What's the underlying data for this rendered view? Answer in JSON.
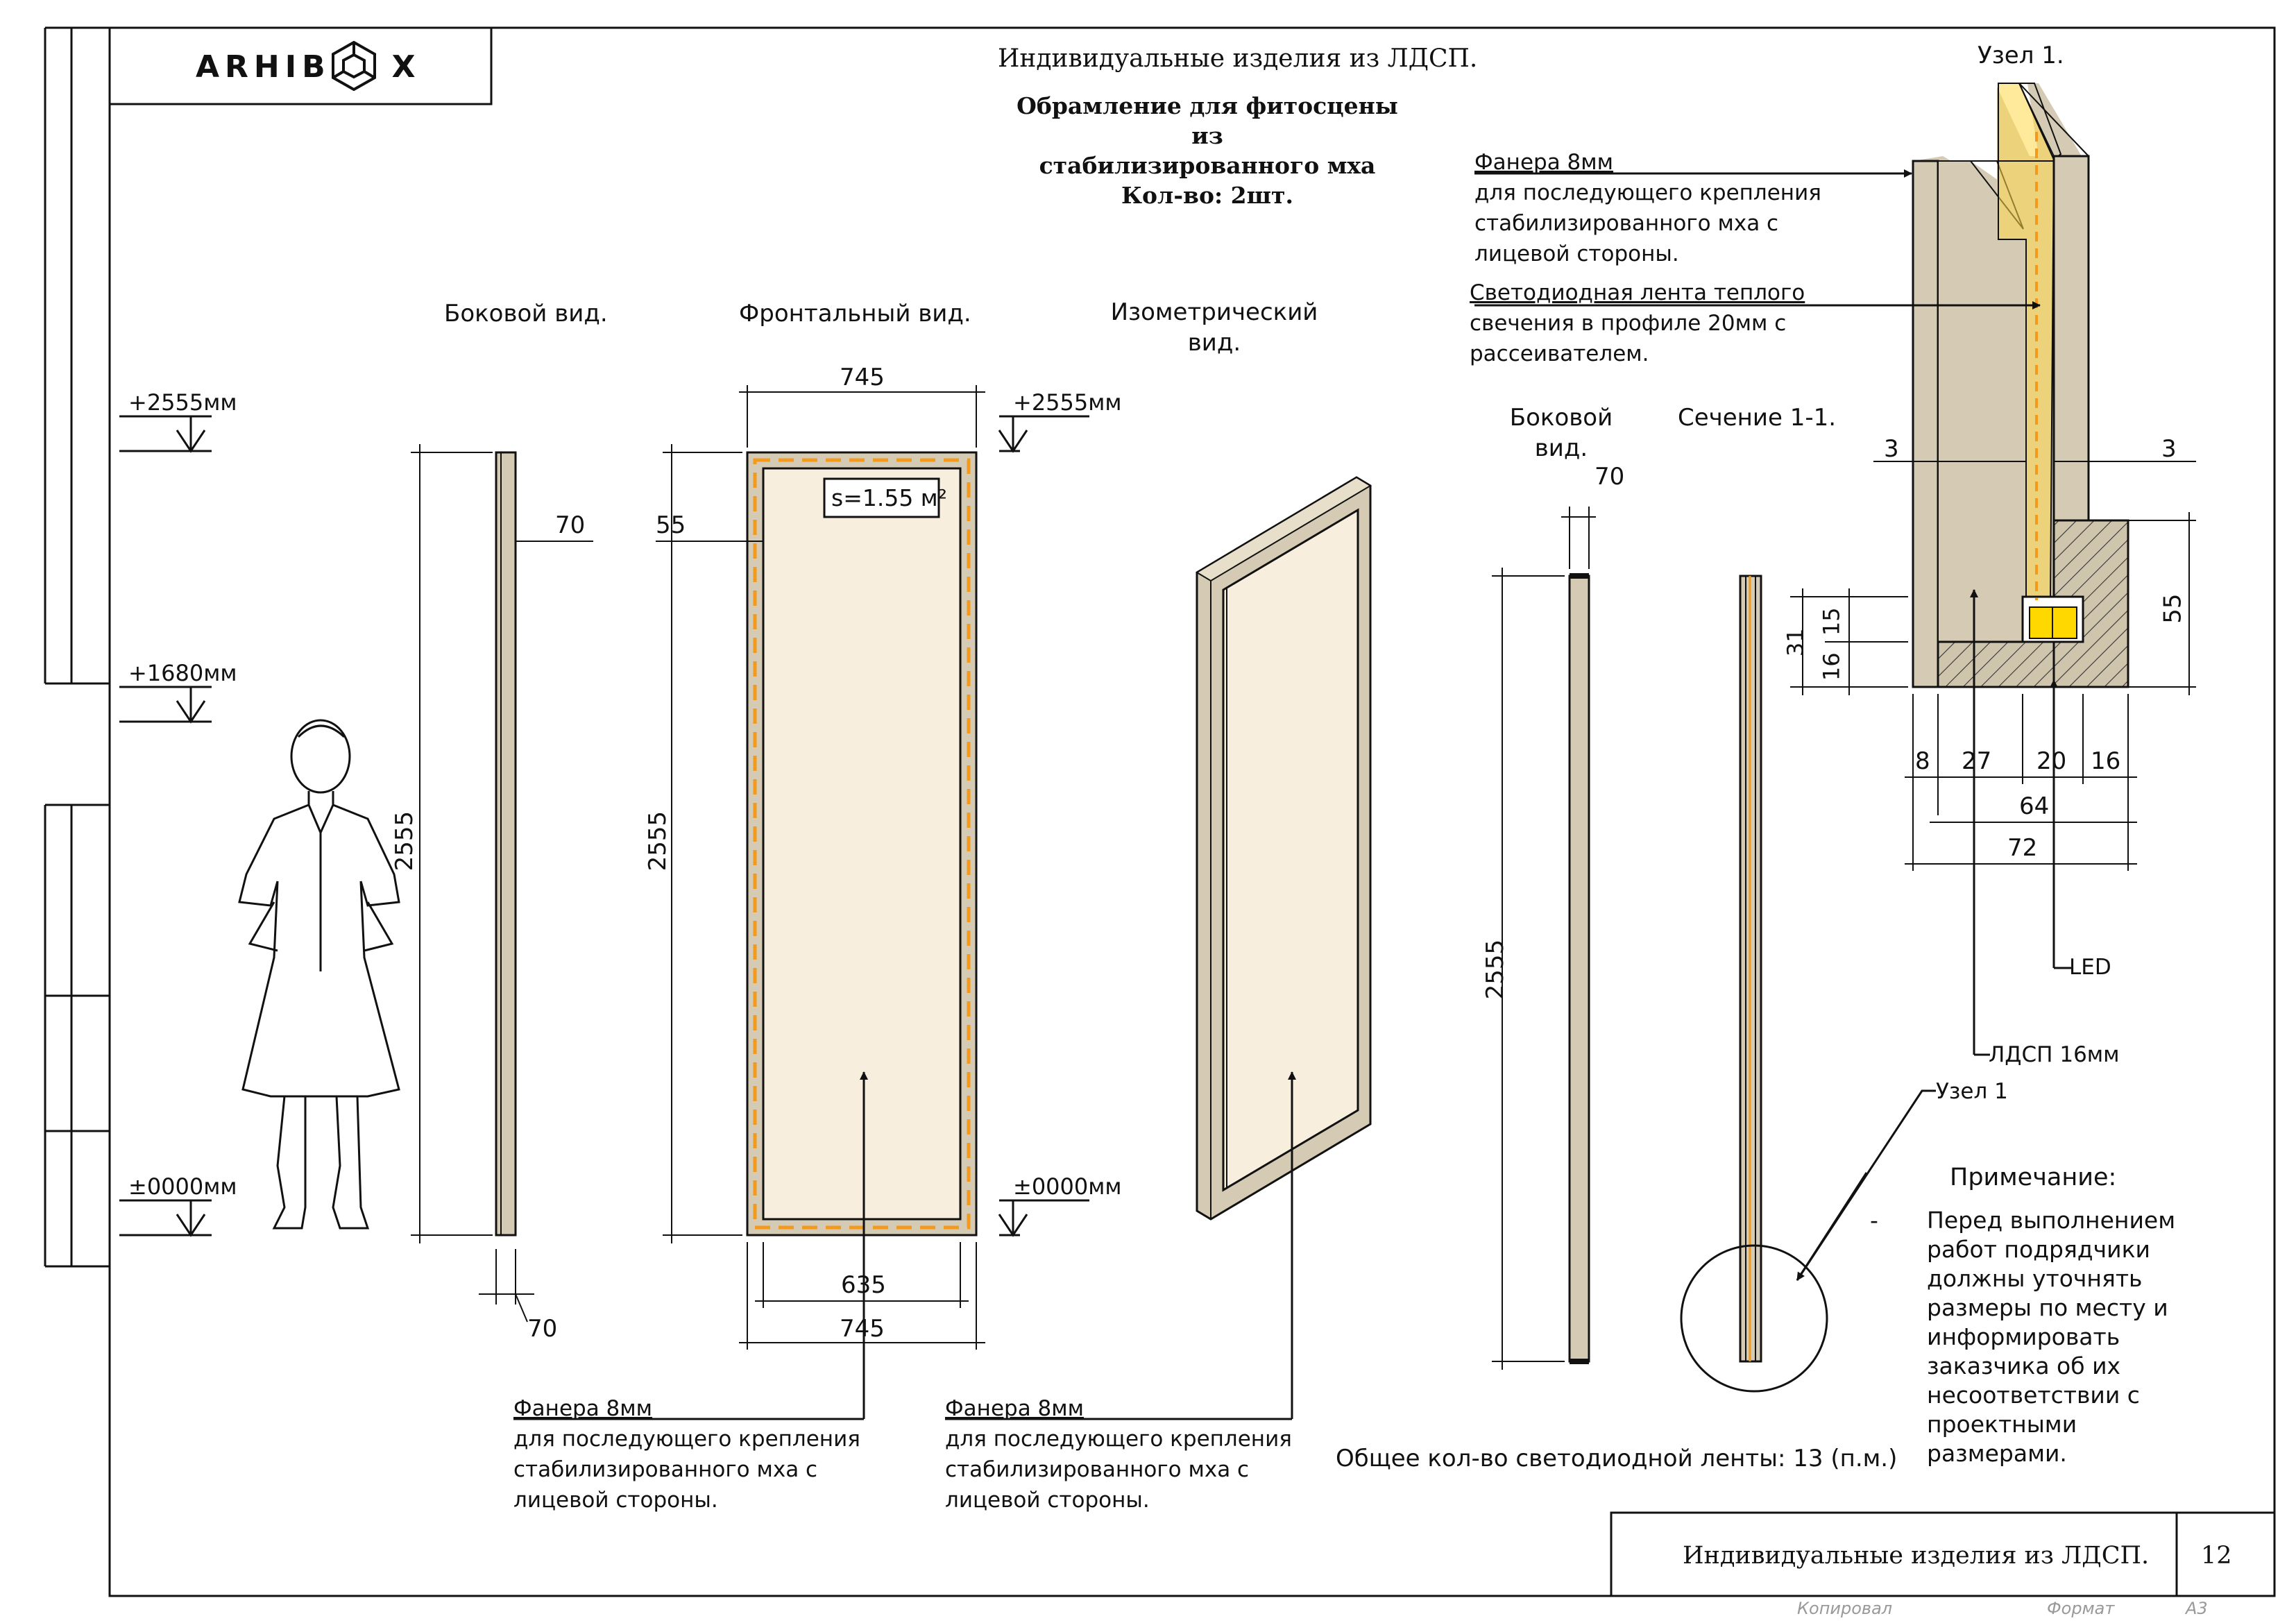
{
  "logo": {
    "text_left": "ARHIB",
    "text_right": "X"
  },
  "header": {
    "sheet_title": "Индивидуальные изделия из ЛДСП.",
    "product_title": [
      "Обрамление для фитосцены",
      "из",
      "стабилизированного мха",
      "Кол-во: 2шт."
    ]
  },
  "views": {
    "side": "Боковой вид.",
    "front": "Фронтальный вид.",
    "iso": [
      "Изометрический",
      "вид."
    ],
    "side2": [
      "Боковой",
      "вид."
    ],
    "section": "Сечение 1-1.",
    "node": "Узел 1."
  },
  "levels": {
    "top": "+2555мм",
    "mid": "+1680мм",
    "zero": "±0000мм"
  },
  "dims": {
    "height": "2555",
    "width": "745",
    "inner_width": "635",
    "frame": "55",
    "side_thickness": "70",
    "area": "s=1.55 м²",
    "node_gap_left": "3",
    "node_gap_right": "3",
    "node_h55": "55",
    "node_h31": "31",
    "node_h15": "15",
    "node_h16": "16",
    "node_w": [
      "8",
      "27",
      "20",
      "16"
    ],
    "node_w64": "64",
    "node_w72": "72"
  },
  "callouts": {
    "plywood": [
      "Фанера 8мм",
      "для последующего крепления",
      "стабилизированного мха с",
      "лицевой стороны."
    ],
    "led_strip": [
      "Светодиодная лента теплого",
      "свечения в профиле 20мм с",
      "рассеивателем."
    ],
    "led": "LED",
    "ldsp": "ЛДСП 16мм",
    "node_ref": "Узел 1"
  },
  "led_total": "Общее кол-во светодиодной ленты: 13 (п.м.)",
  "note": {
    "title": "Примечание:",
    "dash": "-",
    "lines": [
      "Перед выполнением",
      "работ подрядчики",
      "должны уточнять",
      "размеры по месту и",
      "информировать",
      "заказчика об их",
      "несоответствии с",
      "проектными",
      "размерами."
    ]
  },
  "footer": {
    "title": "Индивидуальные изделия из ЛДСП.",
    "page": "12",
    "copied": "Копировал",
    "format_label": "Формат",
    "format_value": "А3"
  },
  "colors": {
    "frame_fill": "#d5cbb5",
    "panel_fill": "#f7eede",
    "led_orange": "#f39a1c",
    "led_yellow": "#ffd84a",
    "wood_hatch": "#cfc4ac"
  }
}
